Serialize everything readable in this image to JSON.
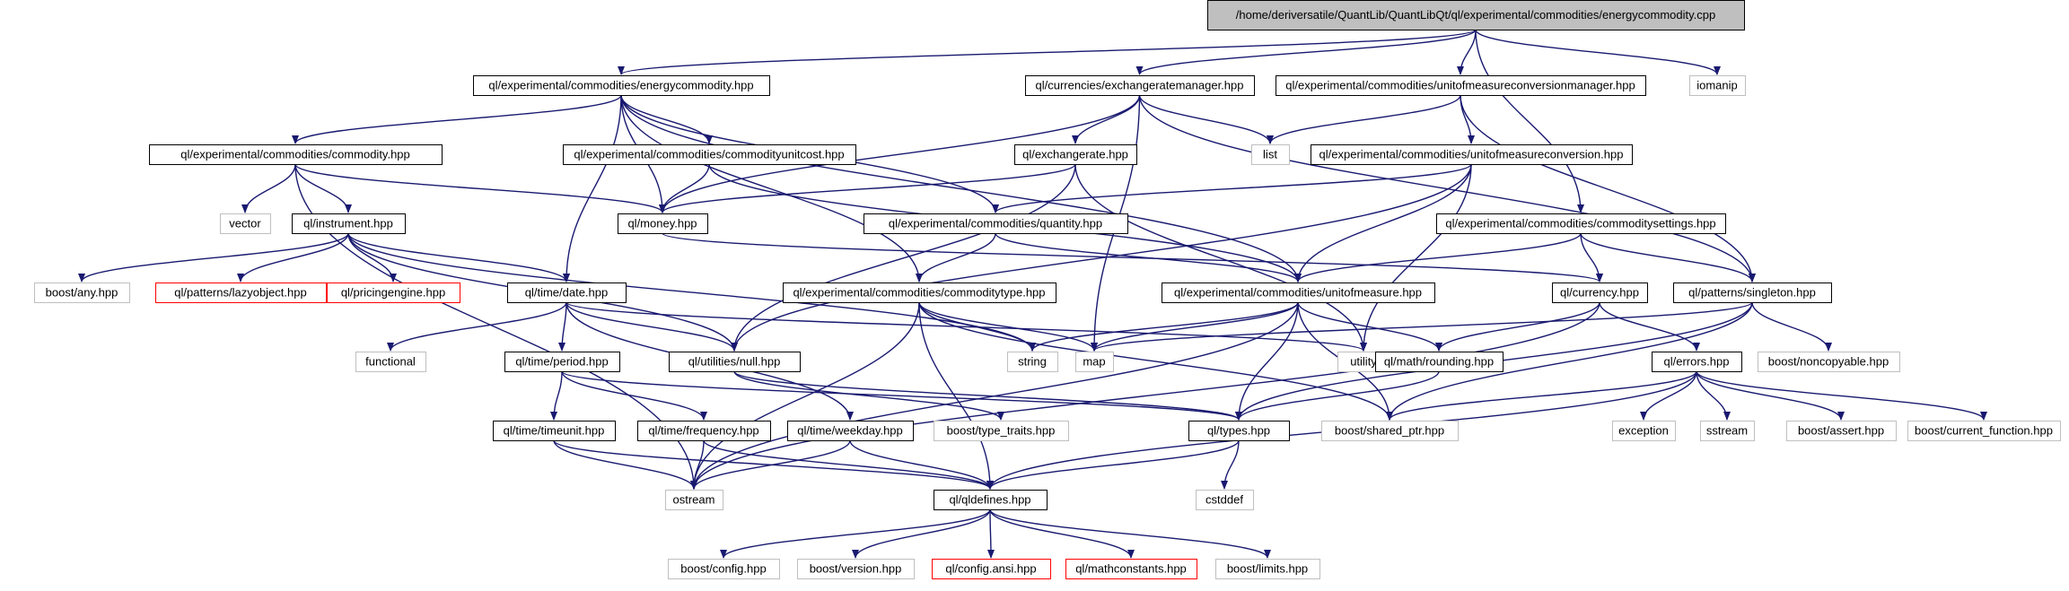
{
  "colors": {
    "edge": "#191970",
    "root_fill": "#bfbfbf",
    "normal_border": "#000000",
    "external_border": "#bfbfbf",
    "red_border": "#ff0000",
    "background": "#ffffff"
  },
  "nodes": [
    {
      "id": "root",
      "label": "/home/deriversatile/QuantLib/QuantLibQt/ql/experimental/commodities/energycommodity.cpp",
      "kind": "root"
    },
    {
      "id": "energycommodity_hpp",
      "label": "ql/experimental/commodities/energycommodity.hpp",
      "kind": "normal"
    },
    {
      "id": "exchangeratemanager",
      "label": "ql/currencies/exchangeratemanager.hpp",
      "kind": "normal"
    },
    {
      "id": "uomconvmanager",
      "label": "ql/experimental/commodities/unitofmeasureconversionmanager.hpp",
      "kind": "normal"
    },
    {
      "id": "iomanip",
      "label": "iomanip",
      "kind": "external"
    },
    {
      "id": "commodity",
      "label": "ql/experimental/commodities/commodity.hpp",
      "kind": "normal"
    },
    {
      "id": "commodityunitcost",
      "label": "ql/experimental/commodities/commodityunitcost.hpp",
      "kind": "normal"
    },
    {
      "id": "exchangerate",
      "label": "ql/exchangerate.hpp",
      "kind": "normal"
    },
    {
      "id": "list",
      "label": "list",
      "kind": "external"
    },
    {
      "id": "uomconversion",
      "label": "ql/experimental/commodities/unitofmeasureconversion.hpp",
      "kind": "normal"
    },
    {
      "id": "vector",
      "label": "vector",
      "kind": "external"
    },
    {
      "id": "money",
      "label": "ql/money.hpp",
      "kind": "normal"
    },
    {
      "id": "quantity",
      "label": "ql/experimental/commodities/quantity.hpp",
      "kind": "normal"
    },
    {
      "id": "commoditysettings",
      "label": "ql/experimental/commodities/commoditysettings.hpp",
      "kind": "normal"
    },
    {
      "id": "instrument",
      "label": "ql/instrument.hpp",
      "kind": "normal"
    },
    {
      "id": "boost_any",
      "label": "boost/any.hpp",
      "kind": "external"
    },
    {
      "id": "lazyobject",
      "label": "ql/patterns/lazyobject.hpp",
      "kind": "red"
    },
    {
      "id": "pricingengine",
      "label": "ql/pricingengine.hpp",
      "kind": "red"
    },
    {
      "id": "date",
      "label": "ql/time/date.hpp",
      "kind": "normal"
    },
    {
      "id": "commoditytype",
      "label": "ql/experimental/commodities/commoditytype.hpp",
      "kind": "normal"
    },
    {
      "id": "unitofmeasure",
      "label": "ql/experimental/commodities/unitofmeasure.hpp",
      "kind": "normal"
    },
    {
      "id": "currency",
      "label": "ql/currency.hpp",
      "kind": "normal"
    },
    {
      "id": "singleton",
      "label": "ql/patterns/singleton.hpp",
      "kind": "normal"
    },
    {
      "id": "functional",
      "label": "functional",
      "kind": "external"
    },
    {
      "id": "null",
      "label": "ql/utilities/null.hpp",
      "kind": "normal"
    },
    {
      "id": "string",
      "label": "string",
      "kind": "external"
    },
    {
      "id": "map",
      "label": "map",
      "kind": "external"
    },
    {
      "id": "utility",
      "label": "utility",
      "kind": "external"
    },
    {
      "id": "rounding",
      "label": "ql/math/rounding.hpp",
      "kind": "normal"
    },
    {
      "id": "errors",
      "label": "ql/errors.hpp",
      "kind": "normal"
    },
    {
      "id": "noncopyable",
      "label": "boost/noncopyable.hpp",
      "kind": "external"
    },
    {
      "id": "period",
      "label": "ql/time/period.hpp",
      "kind": "normal"
    },
    {
      "id": "shared_ptr",
      "label": "boost/shared_ptr.hpp",
      "kind": "external"
    },
    {
      "id": "timeunit",
      "label": "ql/time/timeunit.hpp",
      "kind": "normal"
    },
    {
      "id": "frequency",
      "label": "ql/time/frequency.hpp",
      "kind": "normal"
    },
    {
      "id": "weekday",
      "label": "ql/time/weekday.hpp",
      "kind": "normal"
    },
    {
      "id": "type_traits",
      "label": "boost/type_traits.hpp",
      "kind": "external"
    },
    {
      "id": "types",
      "label": "ql/types.hpp",
      "kind": "normal"
    },
    {
      "id": "exception",
      "label": "exception",
      "kind": "external"
    },
    {
      "id": "sstream",
      "label": "sstream",
      "kind": "external"
    },
    {
      "id": "boost_assert",
      "label": "boost/assert.hpp",
      "kind": "external"
    },
    {
      "id": "current_function",
      "label": "boost/current_function.hpp",
      "kind": "external"
    },
    {
      "id": "ostream",
      "label": "ostream",
      "kind": "external"
    },
    {
      "id": "qldefines",
      "label": "ql/qldefines.hpp",
      "kind": "normal"
    },
    {
      "id": "cstddef",
      "label": "cstddef",
      "kind": "external"
    },
    {
      "id": "boost_config",
      "label": "boost/config.hpp",
      "kind": "external"
    },
    {
      "id": "boost_version",
      "label": "boost/version.hpp",
      "kind": "external"
    },
    {
      "id": "config_ansi",
      "label": "ql/config.ansi.hpp",
      "kind": "red"
    },
    {
      "id": "mathconstants",
      "label": "ql/mathconstants.hpp",
      "kind": "red"
    },
    {
      "id": "boost_limits",
      "label": "boost/limits.hpp",
      "kind": "external"
    }
  ],
  "edges": [
    [
      "root",
      "energycommodity_hpp"
    ],
    [
      "root",
      "exchangeratemanager"
    ],
    [
      "root",
      "uomconvmanager"
    ],
    [
      "root",
      "iomanip"
    ],
    [
      "root",
      "commoditysettings"
    ],
    [
      "energycommodity_hpp",
      "commodity"
    ],
    [
      "energycommodity_hpp",
      "commodityunitcost"
    ],
    [
      "energycommodity_hpp",
      "money"
    ],
    [
      "energycommodity_hpp",
      "quantity"
    ],
    [
      "energycommodity_hpp",
      "date"
    ],
    [
      "energycommodity_hpp",
      "commoditytype"
    ],
    [
      "energycommodity_hpp",
      "unitofmeasure"
    ],
    [
      "exchangeratemanager",
      "exchangerate"
    ],
    [
      "exchangeratemanager",
      "money"
    ],
    [
      "exchangeratemanager",
      "list"
    ],
    [
      "exchangeratemanager",
      "map"
    ],
    [
      "exchangeratemanager",
      "singleton"
    ],
    [
      "uomconvmanager",
      "list"
    ],
    [
      "uomconvmanager",
      "uomconversion"
    ],
    [
      "uomconvmanager",
      "singleton"
    ],
    [
      "commodity",
      "vector"
    ],
    [
      "commodity",
      "instrument"
    ],
    [
      "commodity",
      "money"
    ],
    [
      "commodity",
      "ostream"
    ],
    [
      "commodityunitcost",
      "money"
    ],
    [
      "commodityunitcost",
      "unitofmeasure"
    ],
    [
      "exchangerate",
      "money"
    ],
    [
      "exchangerate",
      "null"
    ],
    [
      "exchangerate",
      "utility"
    ],
    [
      "uomconversion",
      "quantity"
    ],
    [
      "uomconversion",
      "unitofmeasure"
    ],
    [
      "uomconversion",
      "utility"
    ],
    [
      "uomconversion",
      "null"
    ],
    [
      "money",
      "currency"
    ],
    [
      "quantity",
      "commoditytype"
    ],
    [
      "quantity",
      "unitofmeasure"
    ],
    [
      "commoditysettings",
      "currency"
    ],
    [
      "commoditysettings",
      "unitofmeasure"
    ],
    [
      "commoditysettings",
      "singleton"
    ],
    [
      "instrument",
      "boost_any"
    ],
    [
      "instrument",
      "lazyobject"
    ],
    [
      "instrument",
      "pricingengine"
    ],
    [
      "instrument",
      "date"
    ],
    [
      "instrument",
      "null"
    ],
    [
      "instrument",
      "string"
    ],
    [
      "date",
      "functional"
    ],
    [
      "date",
      "null"
    ],
    [
      "date",
      "period"
    ],
    [
      "date",
      "weekday"
    ],
    [
      "date",
      "utility"
    ],
    [
      "commoditytype",
      "string"
    ],
    [
      "commoditytype",
      "map"
    ],
    [
      "commoditytype",
      "ostream"
    ],
    [
      "commoditytype",
      "shared_ptr"
    ],
    [
      "commoditytype",
      "qldefines"
    ],
    [
      "unitofmeasure",
      "string"
    ],
    [
      "unitofmeasure",
      "map"
    ],
    [
      "unitofmeasure",
      "types"
    ],
    [
      "unitofmeasure",
      "rounding"
    ],
    [
      "unitofmeasure",
      "shared_ptr"
    ],
    [
      "unitofmeasure",
      "ostream"
    ],
    [
      "currency",
      "rounding"
    ],
    [
      "currency",
      "errors"
    ],
    [
      "currency",
      "ostream"
    ],
    [
      "singleton",
      "map"
    ],
    [
      "singleton",
      "types"
    ],
    [
      "singleton",
      "shared_ptr"
    ],
    [
      "singleton",
      "noncopyable"
    ],
    [
      "null",
      "type_traits"
    ],
    [
      "null",
      "types"
    ],
    [
      "rounding",
      "types"
    ],
    [
      "errors",
      "exception"
    ],
    [
      "errors",
      "sstream"
    ],
    [
      "errors",
      "boost_assert"
    ],
    [
      "errors",
      "current_function"
    ],
    [
      "errors",
      "shared_ptr"
    ],
    [
      "errors",
      "qldefines"
    ],
    [
      "period",
      "timeunit"
    ],
    [
      "period",
      "frequency"
    ],
    [
      "period",
      "types"
    ],
    [
      "timeunit",
      "ostream"
    ],
    [
      "timeunit",
      "qldefines"
    ],
    [
      "frequency",
      "ostream"
    ],
    [
      "frequency",
      "qldefines"
    ],
    [
      "weekday",
      "ostream"
    ],
    [
      "weekday",
      "qldefines"
    ],
    [
      "types",
      "qldefines"
    ],
    [
      "types",
      "cstddef"
    ],
    [
      "qldefines",
      "boost_config"
    ],
    [
      "qldefines",
      "boost_version"
    ],
    [
      "qldefines",
      "config_ansi"
    ],
    [
      "qldefines",
      "mathconstants"
    ],
    [
      "qldefines",
      "boost_limits"
    ]
  ]
}
